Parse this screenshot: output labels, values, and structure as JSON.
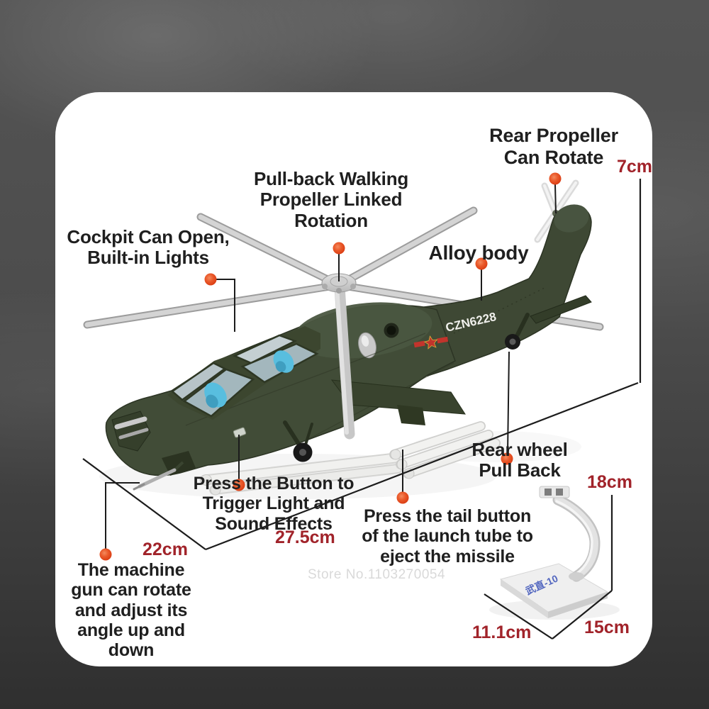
{
  "product_card": {
    "feature_labels": {
      "rear_propeller": "Rear Propeller\nCan Rotate",
      "pull_back": "Pull-back Walking\nPropeller Linked\nRotation",
      "cockpit": "Cockpit Can Open,\nBuilt-in Lights",
      "alloy_body": "Alloy body",
      "rear_wheel": "Rear wheel\nPull Back",
      "press_button": "Press the Button to\nTrigger Light and\nSound Effects",
      "tail_button": "Press the tail button\nof the launch tube to\neject the missile",
      "machine_gun": "The machine\ngun can rotate\nand adjust its\nangle up and\ndown"
    },
    "dimension_labels": {
      "tail_height": "7cm",
      "body_length": "27.5cm",
      "body_width": "22cm",
      "stand_height": "18cm",
      "base_width": "11.1cm",
      "base_length": "15cm"
    },
    "watermark": "Store No.1103270054",
    "decals": {
      "fuselage_code": "CZN6228",
      "stand_model_name": "武直-10"
    },
    "colors": {
      "feature_text": "#1f1f1f",
      "dimension_text": "#a1232a",
      "marker_dot": "#e04818",
      "helicopter_green": "#414c37",
      "card_background": "#ffffff",
      "scene_background": "#4a4a4a"
    }
  }
}
